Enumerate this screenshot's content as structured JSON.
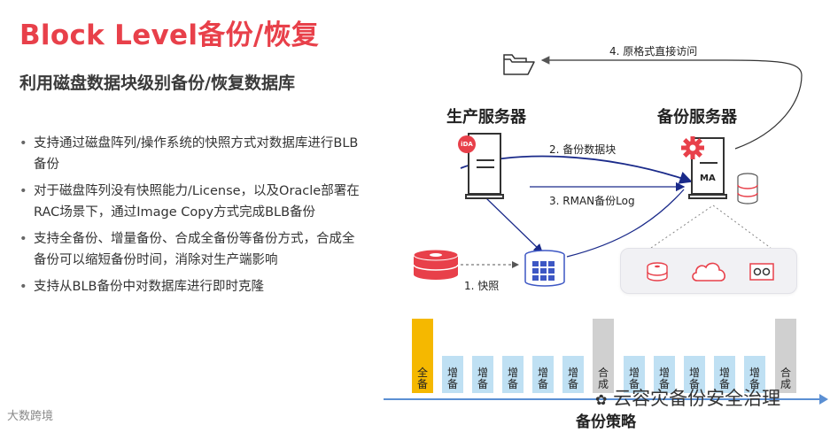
{
  "header": {
    "title": "Block Level备份/恢复",
    "subtitle": "利用磁盘数据块级别备份/恢复数据库"
  },
  "bullets": [
    "支持通过磁盘阵列/操作系统的快照方式对数据库进行BLB备份",
    "对于磁盘阵列没有快照能力/License，以及Oracle部署在RAC场景下，通过Image Copy方式完成BLB备份",
    "支持全备份、增量备份、合成全备份等备份方式，合成全备份可以缩短备份时间，消除对生产端影响",
    "支持从BLB备份中对数据库进行即时克隆"
  ],
  "diagram": {
    "production_server": "生产服务器",
    "backup_server": "备份服务器",
    "ida_badge": "iDA",
    "ma_badge": "MA",
    "step1": "1. 快照",
    "step2": "2. 备份数据块",
    "step3": "3. RMAN备份Log",
    "step4": "4. 原格式直接访问",
    "icons": [
      "folder-icon",
      "gear-icon",
      "database-icon",
      "disk-icon",
      "cloud-icon",
      "tape-icon",
      "snapshot-database-icon"
    ]
  },
  "timeline": {
    "bars": [
      {
        "type": "full",
        "label": "全备"
      },
      {
        "type": "inc",
        "label": "增备"
      },
      {
        "type": "inc",
        "label": "增备"
      },
      {
        "type": "inc",
        "label": "增备"
      },
      {
        "type": "inc",
        "label": "增备"
      },
      {
        "type": "inc",
        "label": "增备"
      },
      {
        "type": "merge",
        "label": "合成"
      },
      {
        "type": "inc",
        "label": "增备"
      },
      {
        "type": "inc",
        "label": "增备"
      },
      {
        "type": "inc",
        "label": "增备"
      },
      {
        "type": "inc",
        "label": "增备"
      },
      {
        "type": "inc",
        "label": "增备"
      },
      {
        "type": "merge",
        "label": "合成"
      }
    ],
    "caption": "备份策略"
  },
  "watermark": "云容灾备份安全治理",
  "footer": "大数跨境",
  "colors": {
    "accent": "#e8404a",
    "full": "#f5b800",
    "incremental": "#bfe0f3",
    "merged": "#d0d0d0",
    "axis": "#5b8fd3",
    "snapshot": "#3d57c4"
  }
}
